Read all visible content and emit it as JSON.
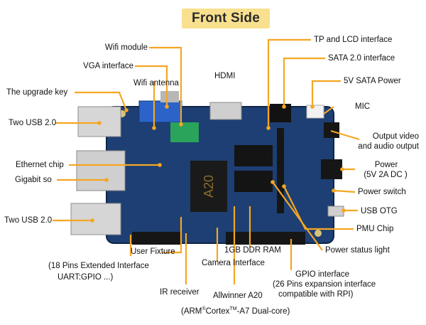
{
  "title": "Front Side",
  "colors": {
    "leader": "#f5a623",
    "title_bg": "#f9e08e",
    "pcb": "#1d3f73",
    "chip": "#1a1a1a",
    "metal": "#c9c9c9",
    "header": "#161616"
  },
  "labels": {
    "wifi_module": "Wifi module",
    "vga_interface": "VGA interface",
    "wifi_antenna": "Wifi antenna",
    "upgrade_key": "The upgrade key",
    "hdmi": "HDMI",
    "two_usb_top": "Two USB 2.0",
    "ethernet_chip": "Ethernet chip",
    "gigabit": "Gigabit so",
    "two_usb_bottom": "Two USB 2.0",
    "ext_interface_1": "(18 Pins Extended Interface",
    "ext_interface_2": "UART:GPIO ...)",
    "user_fixture": "User Fixture",
    "ir_receiver": "IR receiver",
    "allwinner_1": "Allwinner A20",
    "allwinner_2a": "(ARM",
    "allwinner_reg": "®",
    "allwinner_2b": "Cortex",
    "allwinner_tm": "TM",
    "allwinner_2c": "-A7 Dual-core)",
    "ddr_ram": "1GB DDR RAM",
    "camera": "Camera Interface",
    "gpio_1": "GPIO  interface",
    "gpio_2": "(26 Pins expansion interface",
    "gpio_3": "compatible with RPI)",
    "tp_lcd": "TP and LCD interface",
    "sata": "SATA 2.0 interface",
    "sata_power": "5V SATA Power",
    "mic": "MIC",
    "output_av_1": "Output video",
    "output_av_2": "and audio output",
    "power_1": "Power",
    "power_2": "(5V 2A DC )",
    "power_switch": "Power switch",
    "usb_otg": "USB OTG",
    "pmu_chip": "PMU Chip",
    "power_status": "Power status light",
    "board_chip_text": "A20"
  }
}
